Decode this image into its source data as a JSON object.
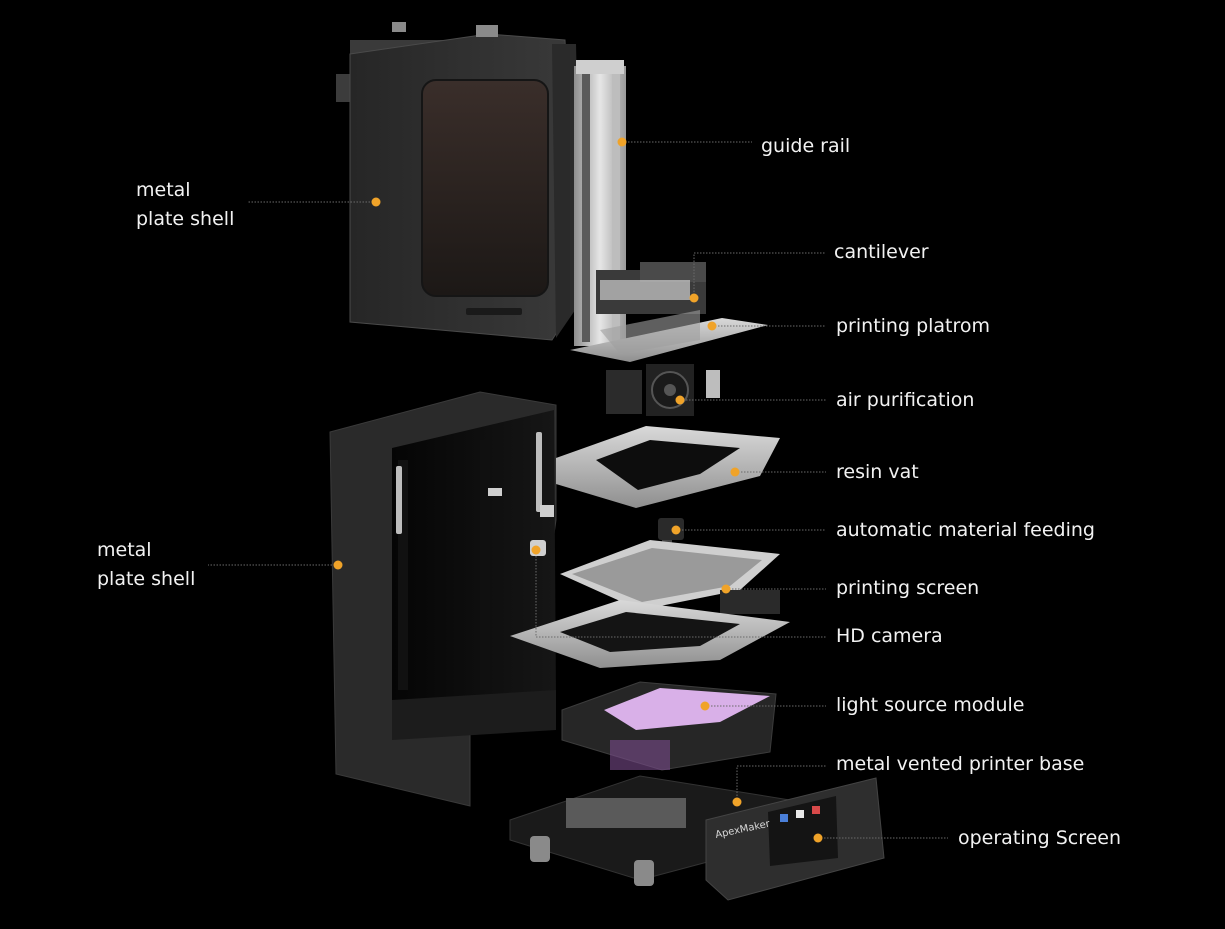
{
  "diagram": {
    "accent_color": "#f0a329",
    "leader_color": "#6a6a6a",
    "callouts": [
      {
        "id": "metal-plate-shell-top",
        "lines": [
          "metal",
          "plate shell"
        ]
      },
      {
        "id": "guide-rail",
        "lines": [
          "guide rail"
        ]
      },
      {
        "id": "cantilever",
        "lines": [
          "cantilever"
        ]
      },
      {
        "id": "printing-platform",
        "lines": [
          "printing platrom"
        ]
      },
      {
        "id": "air-purification",
        "lines": [
          "air purification"
        ]
      },
      {
        "id": "resin-vat",
        "lines": [
          "resin vat"
        ]
      },
      {
        "id": "automatic-material-feeding",
        "lines": [
          "automatic material feeding"
        ]
      },
      {
        "id": "metal-plate-shell-bottom",
        "lines": [
          "metal",
          "plate shell"
        ]
      },
      {
        "id": "printing-screen",
        "lines": [
          "printing screen"
        ]
      },
      {
        "id": "hd-camera",
        "lines": [
          "HD camera"
        ]
      },
      {
        "id": "light-source-module",
        "lines": [
          "light source module"
        ]
      },
      {
        "id": "metal-vented-printer-base",
        "lines": [
          "metal vented printer base"
        ]
      },
      {
        "id": "operating-screen",
        "lines": [
          "operating Screen"
        ]
      }
    ],
    "brand_text": "ApexMaker"
  }
}
